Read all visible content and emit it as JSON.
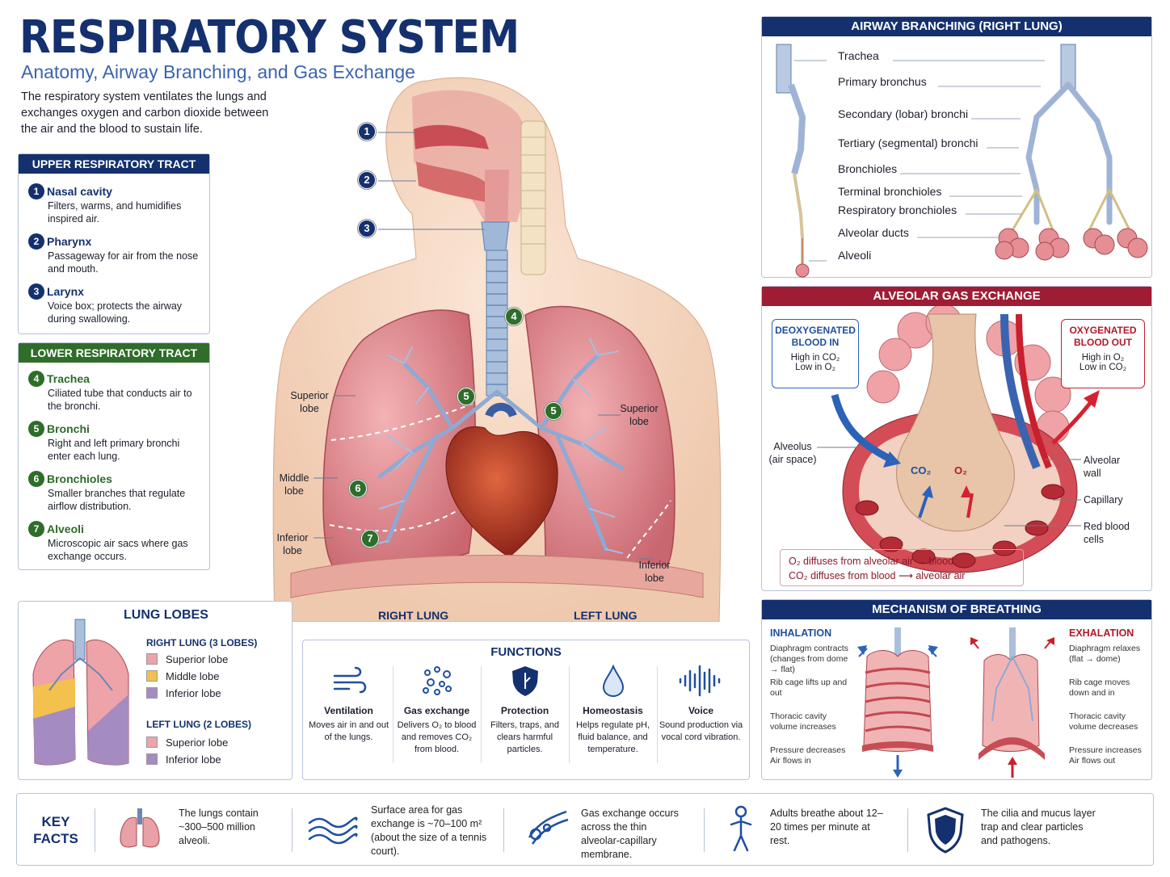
{
  "header": {
    "title": "RESPIRATORY SYSTEM",
    "subtitle": "Anatomy, Airway Branching, and Gas Exchange",
    "intro": "The respiratory system ventilates the lungs and exchanges oxygen and carbon dioxide between the air and the blood to sustain life."
  },
  "upper_tract": {
    "heading": "UPPER RESPIRATORY TRACT",
    "items": [
      {
        "num": "1",
        "title": "Nasal cavity",
        "desc": "Filters, warms, and humidifies inspired air."
      },
      {
        "num": "2",
        "title": "Pharynx",
        "desc": "Passageway for air from the nose and mouth."
      },
      {
        "num": "3",
        "title": "Larynx",
        "desc": "Voice box; protects the airway during swallowing."
      }
    ]
  },
  "lower_tract": {
    "heading": "LOWER RESPIRATORY TRACT",
    "items": [
      {
        "num": "4",
        "title": "Trachea",
        "desc": "Ciliated tube that conducts air to the bronchi."
      },
      {
        "num": "5",
        "title": "Bronchi",
        "desc": "Right and left primary bronchi enter each lung."
      },
      {
        "num": "6",
        "title": "Bronchioles",
        "desc": "Smaller branches that regulate airflow distribution."
      },
      {
        "num": "7",
        "title": "Alveoli",
        "desc": "Microscopic air sacs where gas exchange occurs."
      }
    ]
  },
  "main_diagram": {
    "labels": {
      "superior_right": "Superior lobe",
      "middle_right": "Middle lobe",
      "inferior_right": "Inferior lobe",
      "superior_left": "Superior lobe",
      "inferior_left": "Inferior lobe",
      "right_lung": "RIGHT LUNG",
      "left_lung": "LEFT LUNG"
    },
    "callouts": [
      "1",
      "2",
      "3",
      "4",
      "5",
      "5",
      "6",
      "7"
    ]
  },
  "lung_lobes": {
    "heading": "LUNG LOBES",
    "right_heading": "RIGHT LUNG (3 LOBES)",
    "right_items": [
      {
        "label": "Superior lobe",
        "color": "#eea3a8"
      },
      {
        "label": "Middle lobe",
        "color": "#f2c14e"
      },
      {
        "label": "Inferior lobe",
        "color": "#a48bc2"
      }
    ],
    "left_heading": "LEFT LUNG (2 LOBES)",
    "left_items": [
      {
        "label": "Superior lobe",
        "color": "#eea3a8"
      },
      {
        "label": "Inferior lobe",
        "color": "#a48bc2"
      }
    ]
  },
  "functions": {
    "heading": "FUNCTIONS",
    "items": [
      {
        "icon": "wind-icon",
        "title": "Ventilation",
        "desc": "Moves air in and out of the lungs."
      },
      {
        "icon": "bubbles-icon",
        "title": "Gas exchange",
        "desc": "Delivers O₂ to blood and removes CO₂ from blood."
      },
      {
        "icon": "shield-icon",
        "title": "Protection",
        "desc": "Filters, traps, and clears harmful particles."
      },
      {
        "icon": "droplet-icon",
        "title": "Homeostasis",
        "desc": "Helps regulate pH, fluid balance, and temperature."
      },
      {
        "icon": "soundwave-icon",
        "title": "Voice",
        "desc": "Sound production via vocal cord vibration."
      }
    ]
  },
  "airway_branching": {
    "heading": "AIRWAY BRANCHING (RIGHT LUNG)",
    "levels": [
      "Trachea",
      "Primary bronchus",
      "Secondary (lobar) bronchi",
      "Tertiary (segmental) bronchi",
      "Bronchioles",
      "Terminal bronchioles",
      "Respiratory bronchioles",
      "Alveolar ducts",
      "Alveoli"
    ]
  },
  "gas_exchange": {
    "heading": "ALVEOLAR GAS EXCHANGE",
    "deoxy_title": "DEOXYGENATED BLOOD IN",
    "deoxy_line1": "High in CO₂",
    "deoxy_line2": "Low in O₂",
    "oxy_title": "OXYGENATED BLOOD OUT",
    "oxy_line1": "High in O₂",
    "oxy_line2": "Low in CO₂",
    "alveolus_label": "Alveolus (air space)",
    "co2": "CO₂",
    "o2": "O₂",
    "alveolar_wall": "Alveolar wall",
    "capillary": "Capillary",
    "rbc": "Red blood cells",
    "note1": "O₂ diffuses from alveolar air → blood",
    "note2": "CO₂ diffuses from blood ⟶ alveolar air"
  },
  "breathing": {
    "heading": "MECHANISM OF BREATHING",
    "inhalation": {
      "title": "INHALATION",
      "steps": [
        "Diaphragm contracts (changes from dome → flat)",
        "Rib cage lifts up and out",
        "Thoracic cavity volume increases",
        "Pressure decreases Air flows in"
      ]
    },
    "exhalation": {
      "title": "EXHALATION",
      "steps": [
        "Diaphragm relaxes (flat → dome)",
        "Rib cage moves down and in",
        "Thoracic cavity volume decreases",
        "Pressure increases Air flows out"
      ]
    }
  },
  "key_facts": {
    "heading": "KEY FACTS",
    "items": [
      {
        "icon": "lungs-icon",
        "text": "The lungs contain ~300–500 million alveoli."
      },
      {
        "icon": "waves-icon",
        "text": "Surface area for gas exchange is ~70–100 m² (about the size of a tennis court)."
      },
      {
        "icon": "membrane-icon",
        "text": "Gas exchange occurs across the thin alveolar-capillary membrane."
      },
      {
        "icon": "person-icon",
        "text": "Adults breathe about 12–20 times per minute at rest."
      },
      {
        "icon": "shield-icon",
        "text": "The cilia and mucus layer trap and clear particles and pathogens."
      }
    ]
  }
}
